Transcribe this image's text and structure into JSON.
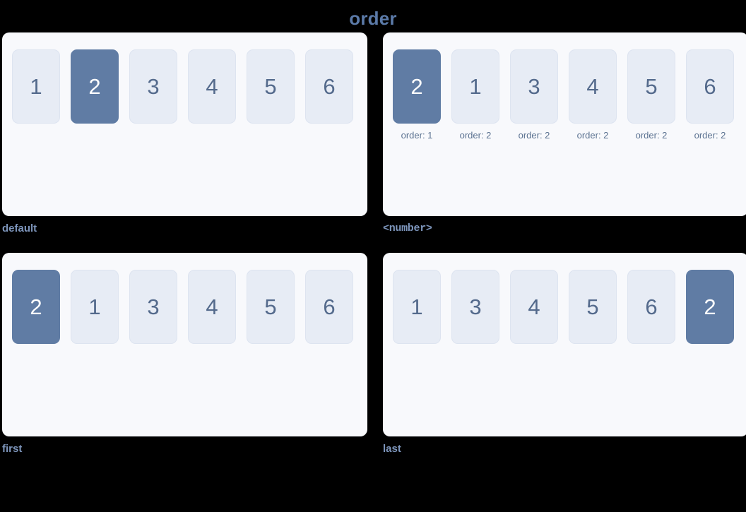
{
  "title": "order",
  "colors": {
    "background": "#000000",
    "title_text": "#5b7aa8",
    "panel_background": "#f8f9fc",
    "tile_background": "#e7ecf5",
    "tile_text": "#546a8c",
    "tile_highlight_background": "#607ca4",
    "tile_highlight_text": "#ffffff",
    "caption_text": "#7d95bb",
    "note_text": "#5b7291"
  },
  "panels": [
    {
      "caption": "default",
      "caption_style": "sans",
      "tiles": [
        {
          "label": "1",
          "note": "",
          "highlighted": false
        },
        {
          "label": "2",
          "note": "",
          "highlighted": true
        },
        {
          "label": "3",
          "note": "",
          "highlighted": false
        },
        {
          "label": "4",
          "note": "",
          "highlighted": false
        },
        {
          "label": "5",
          "note": "",
          "highlighted": false
        },
        {
          "label": "6",
          "note": "",
          "highlighted": false
        }
      ]
    },
    {
      "caption": "<number>",
      "caption_style": "mono",
      "tiles": [
        {
          "label": "2",
          "note": "order: 1",
          "highlighted": true
        },
        {
          "label": "1",
          "note": "order: 2",
          "highlighted": false
        },
        {
          "label": "3",
          "note": "order: 2",
          "highlighted": false
        },
        {
          "label": "4",
          "note": "order: 2",
          "highlighted": false
        },
        {
          "label": "5",
          "note": "order: 2",
          "highlighted": false
        },
        {
          "label": "6",
          "note": "order: 2",
          "highlighted": false
        }
      ]
    },
    {
      "caption": "first",
      "caption_style": "sans",
      "tiles": [
        {
          "label": "2",
          "note": "",
          "highlighted": true
        },
        {
          "label": "1",
          "note": "",
          "highlighted": false
        },
        {
          "label": "3",
          "note": "",
          "highlighted": false
        },
        {
          "label": "4",
          "note": "",
          "highlighted": false
        },
        {
          "label": "5",
          "note": "",
          "highlighted": false
        },
        {
          "label": "6",
          "note": "",
          "highlighted": false
        }
      ]
    },
    {
      "caption": "last",
      "caption_style": "sans",
      "tiles": [
        {
          "label": "1",
          "note": "",
          "highlighted": false
        },
        {
          "label": "3",
          "note": "",
          "highlighted": false
        },
        {
          "label": "4",
          "note": "",
          "highlighted": false
        },
        {
          "label": "5",
          "note": "",
          "highlighted": false
        },
        {
          "label": "6",
          "note": "",
          "highlighted": false
        },
        {
          "label": "2",
          "note": "",
          "highlighted": true
        }
      ]
    }
  ]
}
